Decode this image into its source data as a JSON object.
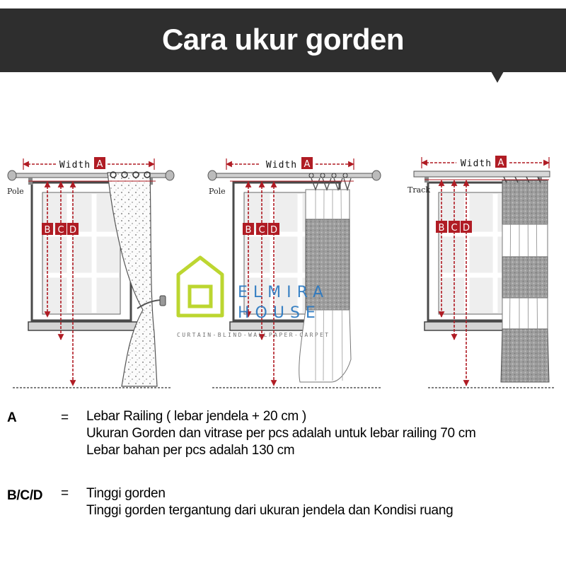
{
  "banner": {
    "title": "Cara ukur gorden"
  },
  "diagram": {
    "width_label": "Width",
    "width_marker": "A",
    "height_markers": [
      "B",
      "C",
      "D"
    ],
    "mount_labels": [
      "Pole",
      "Pole",
      "Track"
    ],
    "marker_color": "#b01c24"
  },
  "watermark": {
    "brand_line1": "ELMIRA",
    "brand_line2": "HOUSE",
    "tagline": "CURTAIN-BLIND-WALLPAPER-CARPET",
    "logo_color": "#b7d31f",
    "brand_color": "#2a78c0"
  },
  "legend": {
    "a": {
      "label": "A",
      "eq": "=",
      "lines": [
        "Lebar Railing ( lebar jendela + 20 cm )",
        "Ukuran Gorden dan vitrase per pcs adalah untuk lebar railing 70 cm",
        "Lebar bahan per pcs adalah 130 cm"
      ]
    },
    "bcd": {
      "label": "B/C/D",
      "eq": "=",
      "lines": [
        "Tinggi gorden",
        "Tinggi gorden tergantung dari ukuran jendela dan  Kondisi ruang"
      ]
    }
  }
}
